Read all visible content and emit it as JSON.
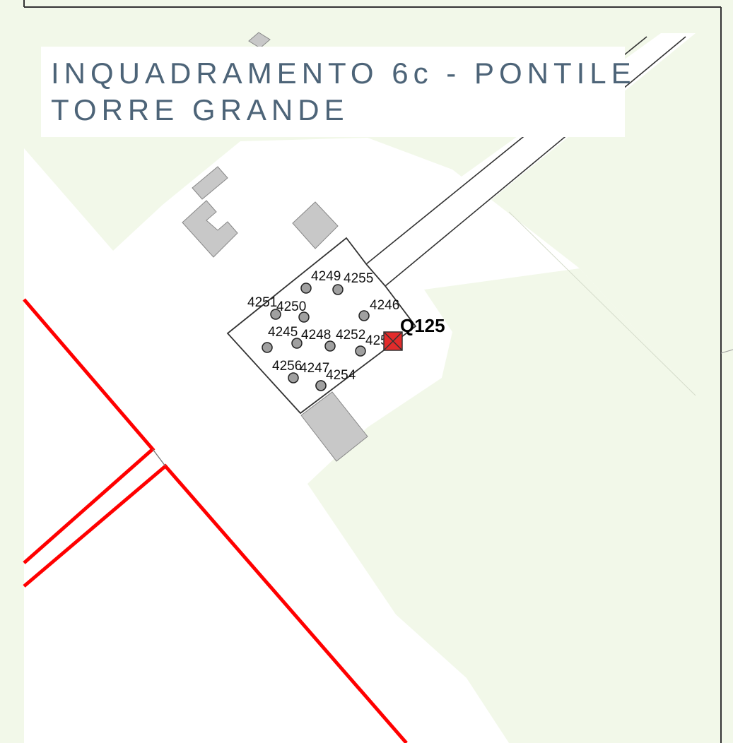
{
  "title": {
    "line1": "INQUADRAMENTO 6c - PONTILE",
    "line2": "TORRE GRANDE"
  },
  "colors": {
    "land": "#f2f8e9",
    "building": "#c8c8c8",
    "parcel_line": "#ff0000",
    "marker": "#e32b2b",
    "point": "#a0a0a0",
    "title_text": "#4d6478"
  },
  "marker": {
    "label": "Q125",
    "icon": "crossed-square-icon"
  },
  "points": [
    {
      "label": "4249"
    },
    {
      "label": "4255"
    },
    {
      "label": "4251"
    },
    {
      "label": "4250"
    },
    {
      "label": "4246"
    },
    {
      "label": "4245"
    },
    {
      "label": "4248"
    },
    {
      "label": "4252"
    },
    {
      "label": "4253"
    },
    {
      "label": "4256"
    },
    {
      "label": "4247"
    },
    {
      "label": "4254"
    }
  ]
}
